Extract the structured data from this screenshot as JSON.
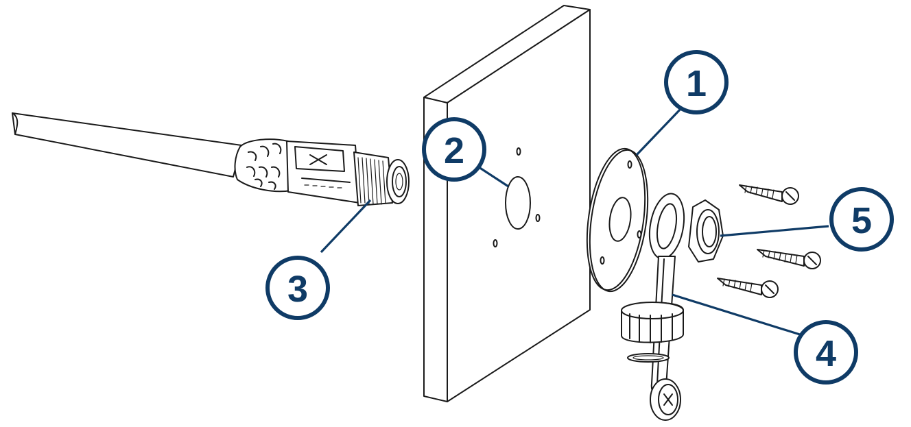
{
  "callouts": [
    {
      "id": "1",
      "label": "1"
    },
    {
      "id": "2",
      "label": "2"
    },
    {
      "id": "3",
      "label": "3"
    },
    {
      "id": "4",
      "label": "4"
    },
    {
      "id": "5",
      "label": "5"
    }
  ],
  "colors": {
    "callout": "#0f3b66",
    "line_art": "#1a1a1a",
    "background": "#ffffff"
  }
}
